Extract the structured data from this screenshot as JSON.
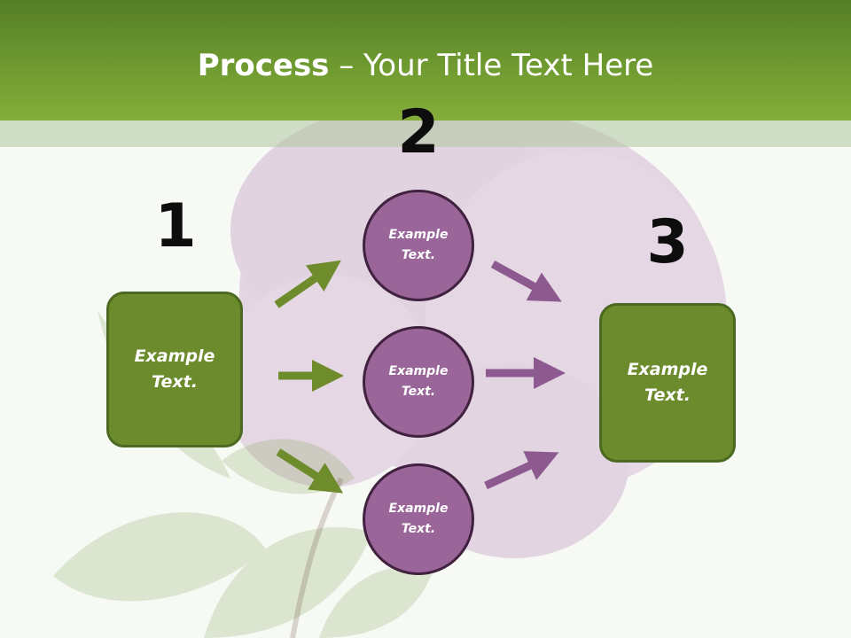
{
  "title": {
    "bold": "Process",
    "rest": " – Your Title Text Here"
  },
  "steps": {
    "n1": "1",
    "n2": "2",
    "n3": "3"
  },
  "left_box": {
    "text": "Example\nText."
  },
  "right_box": {
    "text": "Example\nText."
  },
  "circles": [
    {
      "text": "Example\nText."
    },
    {
      "text": "Example\nText."
    },
    {
      "text": "Example\nText."
    }
  ],
  "colors": {
    "header": "#6f9a30",
    "green_box": "#6b8b2c",
    "green_arrow": "#6e8c2b",
    "purple_circle": "#9a6599",
    "purple_arrow": "#8d5a90"
  }
}
